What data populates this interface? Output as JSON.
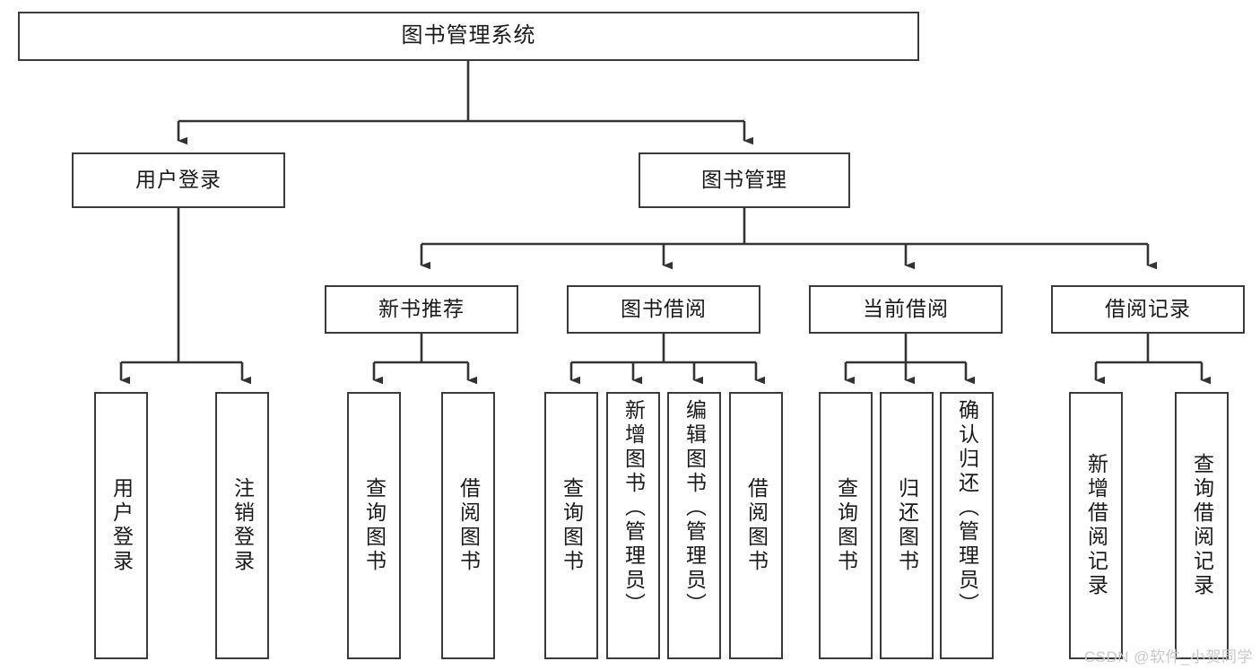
{
  "diagram": {
    "type": "tree-hierarchy",
    "title": "图书管理系统",
    "watermark": "CSDN @软件_小贺同学",
    "colors": {
      "box_border": "#3b3b3b",
      "box_fill": "#ffffff",
      "edge": "#333333",
      "text": "#1a1a1a",
      "watermark": "#c9c9c9"
    },
    "nodes": {
      "root": {
        "label": "图书管理系统"
      },
      "level2": [
        {
          "id": "user-login",
          "label": "用户登录"
        },
        {
          "id": "book-manage",
          "label": "图书管理"
        }
      ],
      "level3": [
        {
          "id": "new-book-rec",
          "label": "新书推荐"
        },
        {
          "id": "book-borrow",
          "label": "图书借阅"
        },
        {
          "id": "current-borrow",
          "label": "当前借阅"
        },
        {
          "id": "borrow-record",
          "label": "借阅记录"
        }
      ],
      "leaves": {
        "user_login": [
          {
            "id": "leaf-user-login",
            "label": "用户登录"
          },
          {
            "id": "leaf-logout-login",
            "label": "注销登录"
          }
        ],
        "new_book_rec": [
          {
            "id": "leaf-query-book-1",
            "label": "查询图书"
          },
          {
            "id": "leaf-borrow-book-1",
            "label": "借阅图书"
          }
        ],
        "book_borrow": [
          {
            "id": "leaf-query-book-2",
            "label": "查询图书"
          },
          {
            "id": "leaf-add-book",
            "label": "新增图书（管理员）"
          },
          {
            "id": "leaf-edit-book",
            "label": "编辑图书（管理员）"
          },
          {
            "id": "leaf-borrow-book-2",
            "label": "借阅图书"
          }
        ],
        "current_borrow": [
          {
            "id": "leaf-query-book-3",
            "label": "查询图书"
          },
          {
            "id": "leaf-return-book",
            "label": "归还图书"
          },
          {
            "id": "leaf-confirm-return",
            "label": "确认归还（管理员）"
          }
        ],
        "borrow_record": [
          {
            "id": "leaf-add-record",
            "label": "新增借阅记录"
          },
          {
            "id": "leaf-query-record",
            "label": "查询借阅记录"
          }
        ]
      }
    },
    "edges": [
      {
        "from": "图书管理系统",
        "to": "用户登录"
      },
      {
        "from": "图书管理系统",
        "to": "图书管理"
      },
      {
        "from": "图书管理",
        "to": "新书推荐"
      },
      {
        "from": "图书管理",
        "to": "图书借阅"
      },
      {
        "from": "图书管理",
        "to": "当前借阅"
      },
      {
        "from": "图书管理",
        "to": "借阅记录"
      },
      {
        "from": "用户登录",
        "to": "用户登录"
      },
      {
        "from": "用户登录",
        "to": "注销登录"
      },
      {
        "from": "新书推荐",
        "to": "查询图书"
      },
      {
        "from": "新书推荐",
        "to": "借阅图书"
      },
      {
        "from": "图书借阅",
        "to": "查询图书"
      },
      {
        "from": "图书借阅",
        "to": "新增图书（管理员）"
      },
      {
        "from": "图书借阅",
        "to": "编辑图书（管理员）"
      },
      {
        "from": "图书借阅",
        "to": "借阅图书"
      },
      {
        "from": "当前借阅",
        "to": "查询图书"
      },
      {
        "from": "当前借阅",
        "to": "归还图书"
      },
      {
        "from": "当前借阅",
        "to": "确认归还（管理员）"
      },
      {
        "from": "借阅记录",
        "to": "新增借阅记录"
      },
      {
        "from": "借阅记录",
        "to": "查询借阅记录"
      }
    ]
  }
}
